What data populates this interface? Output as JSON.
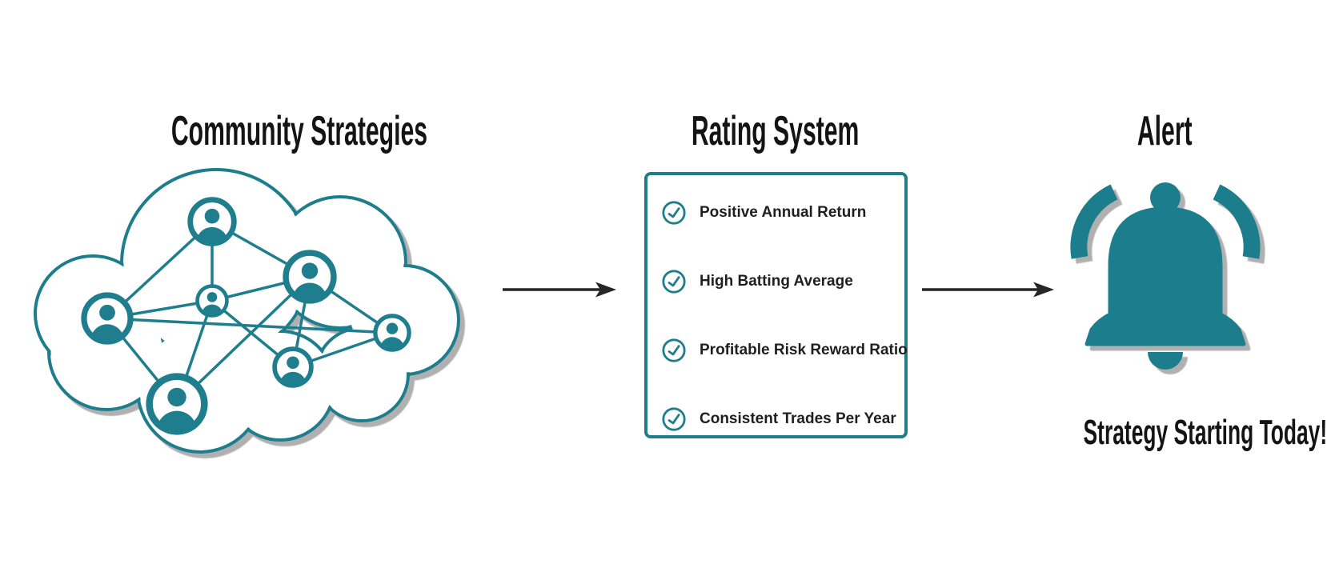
{
  "palette": {
    "teal": "#1F7E8D",
    "shadow_gray": "#A8A8A8",
    "title_text": "#141414",
    "item_text": "#1F1F1F",
    "arrow_black": "#262626",
    "background": "#FFFFFF"
  },
  "sections": {
    "community": {
      "title": "Community Strategies",
      "icon": "cloud-network-icon",
      "node_count": 7
    },
    "rating": {
      "title": "Rating System",
      "items": [
        "Positive Annual Return",
        "High Batting Average",
        "Profitable Risk Reward Ratio",
        "Consistent Trades Per Year"
      ],
      "item_icon": "check-circle-icon"
    },
    "alert": {
      "title": "Alert",
      "icon": "bell-icon",
      "caption": "Strategy Starting Today!"
    }
  },
  "flow": {
    "arrow_1": "community-to-rating",
    "arrow_2": "rating-to-alert"
  }
}
